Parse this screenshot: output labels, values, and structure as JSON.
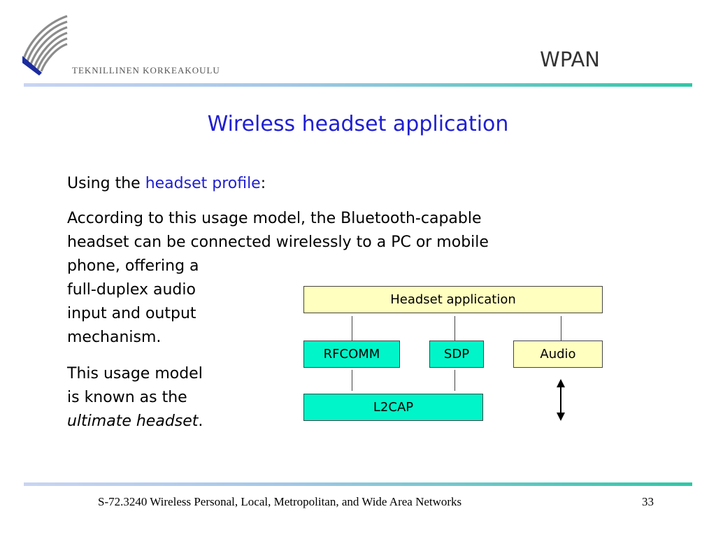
{
  "header": {
    "institution": "TEKNILLINEN KORKEAKOULU",
    "section": "WPAN",
    "logo_icon": "university-swoosh-logo",
    "rule_colors": [
      "#c9d4f2",
      "#a3c7e6",
      "#2fc7a7"
    ]
  },
  "slide": {
    "title": "Wireless headset application",
    "intro_prefix": "Using the ",
    "intro_link": "headset profile",
    "intro_suffix": ":",
    "para2_line1": "According to this usage model, the Bluetooth-capable",
    "para2_line2": "headset can be connected wirelessly to a PC or mobile",
    "para2_line3": "phone, offering a",
    "para2_line4": "full-duplex audio",
    "para2_line5": "input and output",
    "para2_line6": "mechanism.",
    "para3_line1": "This usage model",
    "para3_line2": "is known as the",
    "para3_italic": "ultimate headset",
    "para3_end": "."
  },
  "diagram": {
    "headset_app": "Headset application",
    "rfcomm": "RFCOMM",
    "sdp": "SDP",
    "audio": "Audio",
    "l2cap": "L2CAP",
    "colors": {
      "upper_layer": "#ffffc0",
      "protocol_layer": "#00f5c8"
    },
    "arrow_icon": "double-headed-vertical-arrow"
  },
  "footer": {
    "course": "S-72.3240 Wireless Personal, Local, Metropolitan, and Wide Area Networks",
    "page": "33"
  }
}
